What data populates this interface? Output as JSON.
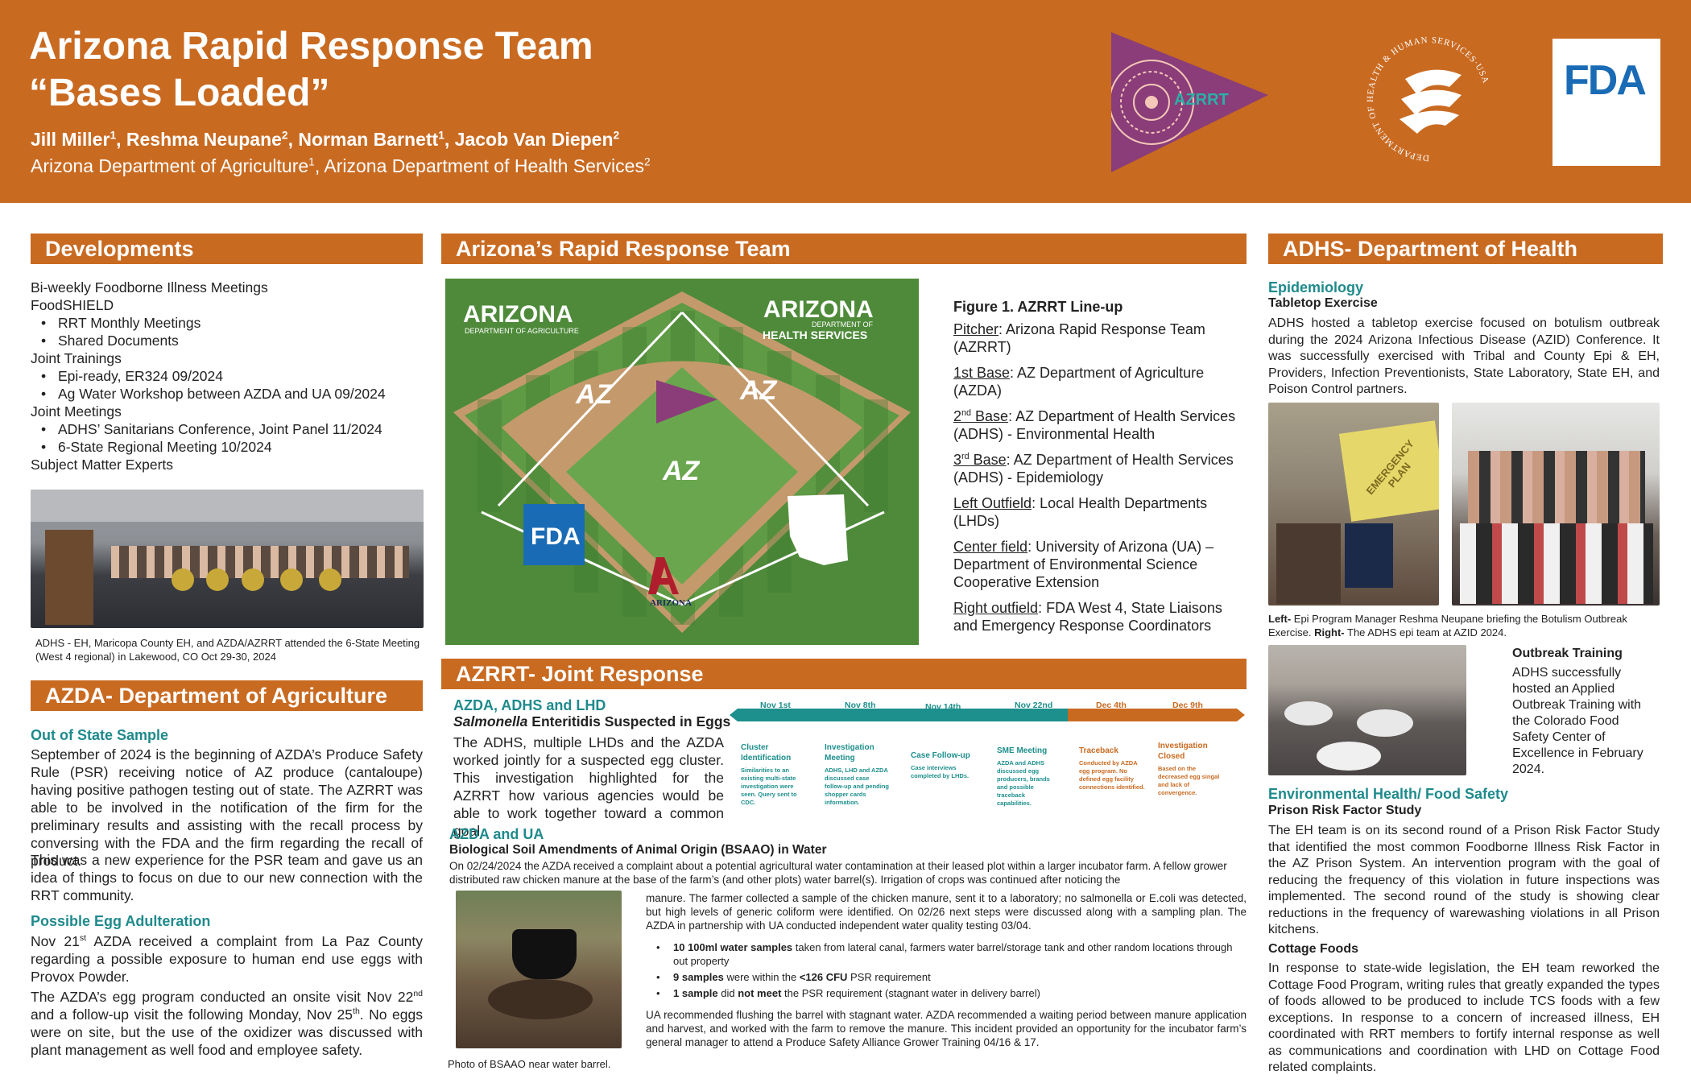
{
  "header": {
    "title1": "Arizona Rapid Response Team",
    "title2": "“Bases Loaded”",
    "authors": [
      {
        "name": "Jill Miller",
        "sup": "1"
      },
      {
        "name": "Reshma Neupane",
        "sup": "2"
      },
      {
        "name": "Norman Barnett",
        "sup": "1"
      },
      {
        "name": "Jacob Van Diepen",
        "sup": "2"
      }
    ],
    "aff1": "Arizona Department of Agriculture",
    "aff1_sup": "1",
    "aff2": "Arizona Department of Health Services",
    "aff2_sup": "2",
    "pennant_text": "AZRRT",
    "hhs_ring": "DEPARTMENT OF HEALTH & HUMAN SERVICES·USA",
    "fda": "FDA"
  },
  "dev": {
    "title": "Developments",
    "l1": "Bi-weekly Foodborne Illness Meetings",
    "l2": "FoodSHIELD",
    "fs_items": [
      "RRT Monthly Meetings",
      "Shared Documents"
    ],
    "l3": "Joint Trainings",
    "jt_items": [
      "Epi-ready, ER324 09/2024",
      "Ag Water Workshop between AZDA and UA 09/2024"
    ],
    "l4": "Joint Meetings",
    "jm_items": [
      "ADHS’ Sanitarians Conference, Joint Panel 11/2024",
      "6-State Regional Meeting 10/2024"
    ],
    "l5": "Subject Matter Experts",
    "caption": "ADHS - EH, Maricopa County EH, and AZDA/AZRRT attended the 6-State Meeting (West 4 regional) in Lakewood, CO Oct 29-30, 2024"
  },
  "azda": {
    "title": "AZDA- Department of Agriculture",
    "s1": "Out of State Sample",
    "p1": "September of 2024 is the beginning of AZDA’s Produce Safety Rule (PSR) receiving notice of AZ produce (cantaloupe) having positive pathogen testing out of state. The AZRRT was able to be involved in the notification of the firm  for the preliminary results and assisting with the recall process by conversing with the FDA and the firm regarding the recall of product.",
    "p2": "This was a new experience for the PSR team and gave us an idea of things to focus on due to our new connection with the RRT community.",
    "s2": "Possible Egg Adulteration",
    "p3_a": "Nov 21",
    "p3_sup": "st",
    "p3_b": " AZDA received a complaint from La Paz County regarding a possible exposure to human end use eggs with Provox Powder.",
    "p4_a": "The AZDA’s egg program conducted an onsite visit Nov 22",
    "p4_sup1": "nd",
    "p4_b": " and a follow-up visit the following Monday, Nov 25",
    "p4_sup2": "th",
    "p4_c": ". No eggs were on site, but the use of the oxidizer was discussed with plant management as well food and employee safety."
  },
  "rrt": {
    "title": "Arizona’s Rapid Response Team",
    "diagram": {
      "az_ag_1": "ARIZONA",
      "az_ag_2": "DEPARTMENT OF AGRICULTURE",
      "az_hs_1": "ARIZONA",
      "az_hs_2": "DEPARTMENT OF",
      "az_hs_3": "HEALTH SERVICES",
      "az": "AZ",
      "fda": "FDA",
      "ua": "ARIZONA"
    },
    "fig_title": "Figure 1. AZRRT Line-up",
    "lineup": [
      {
        "k": "Pitcher",
        "v": ": Arizona Rapid Response Team (AZRRT)"
      },
      {
        "k": "1st Base",
        "v": ": AZ Department of Agriculture (AZDA)"
      },
      {
        "k": "2",
        "ksup": "nd",
        "k2": " Base",
        "v": ": AZ Department of Health Services (ADHS) - Environmental Health"
      },
      {
        "k": "3",
        "ksup": "rd",
        "k2": " Base",
        "v": ": AZ Department of Health Services (ADHS) - Epidemiology"
      },
      {
        "k": "Left Outfield",
        "v": ": Local Health Departments (LHDs)"
      },
      {
        "k": "Center field",
        "v": ": University of Arizona (UA) – Department of Environmental Science Cooperative Extension"
      },
      {
        "k": "Right outfield",
        "v": ": FDA West 4, State Liaisons and Emergency Response Coordinators"
      }
    ]
  },
  "joint": {
    "title": "AZRRT- Joint Response",
    "s1": "AZDA, ADHS and LHD",
    "s1b_i": "Salmonella",
    "s1b": " Enteritidis Suspected in Eggs",
    "p1": "The ADHS, multiple LHDs and the AZDA worked jointly for a suspected egg cluster. This investigation highlighted for the AZRRT how various agencies would be able to work together toward a common goal.",
    "timeline": [
      {
        "date": "Nov 1st",
        "head": "Cluster Identification",
        "body": "Similarities to an existing multi-state investigation were seen. Query sent to CDC."
      },
      {
        "date": "Nov 8th",
        "head": "Investigation Meeting",
        "body": "ADHS, LHD and AZDA discussed case follow-up and pending shopper cards information."
      },
      {
        "date": "Nov 14th",
        "head": "Case Follow-up",
        "body": "Case interviews completed by LHDs."
      },
      {
        "date": "Nov 22nd",
        "head": "SME Meeting",
        "body": "AZDA and ADHS discussed egg producers, brands and possible traceback capabilities."
      },
      {
        "date": "Dec 4th",
        "head": "Traceback",
        "body": "Conducted by AZDA egg program. No defined egg facility connections identified."
      },
      {
        "date": "Dec 9th",
        "head": "Investigation Closed",
        "body": "Based on the decreased egg singal and lack of convergence."
      }
    ],
    "s2": "AZDA and UA",
    "s2b": "Biological Soil Amendments of Animal Origin (BSAAO) in Water",
    "p2": "On 02/24/2024 the AZDA received a complaint about a potential agricultural water contamination at their leased plot within a larger incubator farm. A fellow grower distributed raw chicken manure at the base of the farm’s (and other plots) water barrel(s). Irrigation of crops was continued after noticing the",
    "p3": "manure. The farmer collected a sample of the chicken manure, sent it to a laboratory; no salmonella or E.coli was detected, but high levels of generic coliform were identified. On 02/26 next steps were discussed along with a sampling plan. The AZDA in partnership with UA conducted independent water quality testing 03/04.",
    "b1_b": "10 100ml water samples",
    "b1": " taken from lateral canal, farmers water barrel/storage tank and other random locations through out property",
    "b2_b": "9 samples",
    "b2": " were within the ",
    "b2_b2": "<126 CFU",
    "b2_e": " PSR requirement",
    "b3_b": "1 sample",
    "b3": " did ",
    "b3_b2": "not meet",
    "b3_e": " the PSR requirement (stagnant water in delivery barrel)",
    "p4": "UA recommended flushing the barrel with stagnant water. AZDA recommended a waiting period between manure application and harvest, and worked with the farm to remove the manure. This incident provided an opportunity for the incubator farm’s general manager to attend a Produce Safety Alliance Grower Training 04/16 & 17.",
    "photo_cap": "Photo of BSAAO near water barrel."
  },
  "adhs": {
    "title": "ADHS- Department of Health",
    "s1": "Epidemiology",
    "s1b": "Tabletop Exercise",
    "p1": "ADHS hosted a tabletop exercise focused on botulism outbreak during the 2024 Arizona Infectious Disease (AZID) Conference. It was successfully exercised with Tribal and County Epi & EH, Providers, Infection Preventionists, State Laboratory, State EH, and Poison Control partners.",
    "photo_sign": "EMERGENCY PLAN",
    "cap_l": "Left-",
    "cap_1": " Epi Program Manager Reshma Neupane briefing the Botulism Outbreak Exercise. ",
    "cap_r": "Right-",
    "cap_2": " The ADHS epi team at AZID 2024.",
    "ot_title": "Outbreak Training",
    "ot": "ADHS successfully hosted an Applied Outbreak Training with the Colorado Food Safety Center of Excellence in February 2024.",
    "s2": "Environmental Health/ Food Safety",
    "s2b": "Prison Risk Factor Study",
    "p2": "The EH team is on its second round of a Prison Risk Factor Study that identified the most common Foodborne Illness Risk Factor in the AZ Prison System.  An intervention program with the goal of reducing the frequency of this violation in future inspections was implemented. The second round of the study is showing clear reductions in the frequency of warewashing violations in all Prison kitchens.",
    "s3b": "Cottage Foods",
    "p3": "In response to state-wide legislation, the EH team reworked the Cottage Food Program, writing rules that greatly expanded the types of foods allowed to be produced to include TCS foods with a few exceptions. In response to a concern of increased illness, EH coordinated with RRT members to fortify internal response as well as communications and coordination with LHD on Cottage Food related complaints."
  },
  "colors": {
    "orange": "#c96a21",
    "teal": "#1f8a8c",
    "field_green": "#4e8a3a",
    "timeline_teal": "#1d8f8c",
    "timeline_orange": "#c96a21"
  }
}
